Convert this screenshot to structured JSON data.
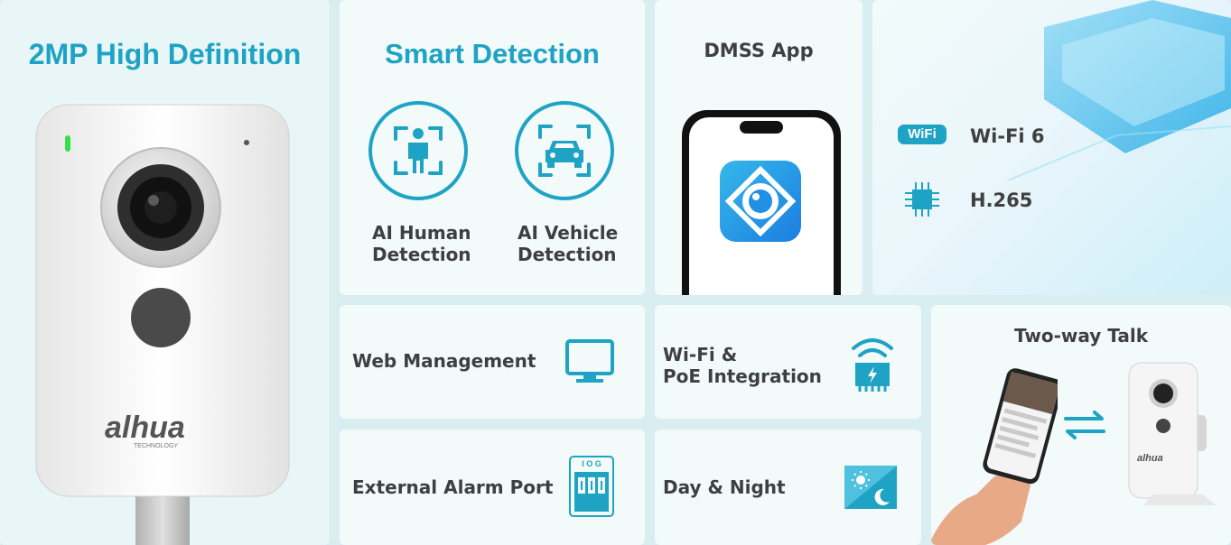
{
  "hd": {
    "title": "2MP High Definition",
    "brand": "alhua",
    "brand_sub": "TECHNOLOGY",
    "device_brand": "alhua"
  },
  "smart": {
    "title": "Smart Detection",
    "human_line1": "AI Human",
    "human_line2": "Detection",
    "vehicle_line1": "AI Vehicle",
    "vehicle_line2": "Detection"
  },
  "dmss": {
    "title": "DMSS App"
  },
  "features": {
    "wifi_badge": "WiFi",
    "wifi": "Wi-Fi 6",
    "codec": "H.265"
  },
  "web": {
    "label": "Web Management"
  },
  "poe": {
    "line1": "Wi-Fi &",
    "line2": "PoE Integration"
  },
  "talk": {
    "title": "Two-way Talk"
  },
  "alarm": {
    "label": "External Alarm Port",
    "io_label": "I O G"
  },
  "daynight": {
    "label": "Day & Night"
  },
  "colors": {
    "accent": "#1fa3c4",
    "text": "#3f3f3f",
    "panel": "#f2fafa",
    "bg": "#d8eef0"
  }
}
